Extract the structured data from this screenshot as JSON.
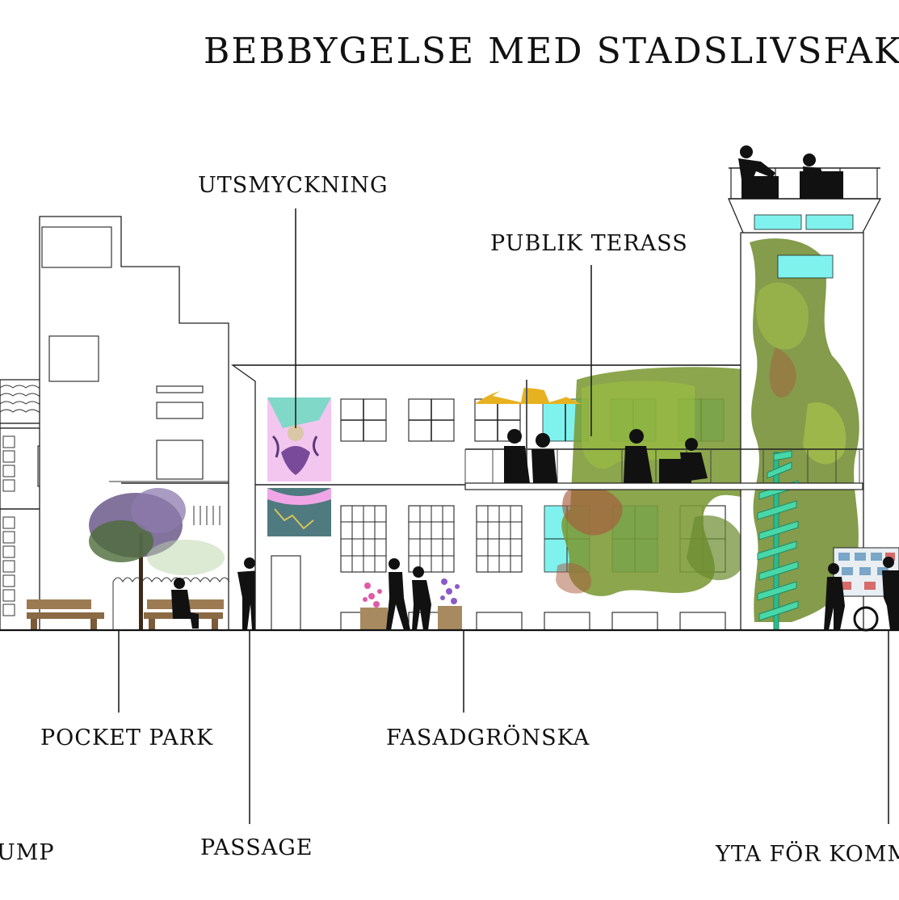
{
  "title": "BEBBYGELSE MED STADSLIVSFAKTORER",
  "labels": {
    "utsmyckning": "UTSMYCKNING",
    "publik_terass": "PUBLIK TERASS",
    "pocket_park": "POCKET PARK",
    "fasadgronska": "FASADGRÖNSKA",
    "passage": "PASSAGE",
    "ump": "UMP",
    "yta_for_kommu": "YTA FÖR KOMMU"
  },
  "colors": {
    "ink": "#111111",
    "glass": "#7ff2ee",
    "ivy_dark": "#5f7d2a",
    "ivy_light": "#9cc240",
    "ivy_red": "#a85a3c",
    "umbrella_yellow": "#e7b21f",
    "stair": "#48d8a8",
    "mural_pink": "#f3c6ef",
    "mural_teal": "#7fd8c8",
    "tree": "#6c5a8c",
    "bench": "#9c7a52"
  }
}
